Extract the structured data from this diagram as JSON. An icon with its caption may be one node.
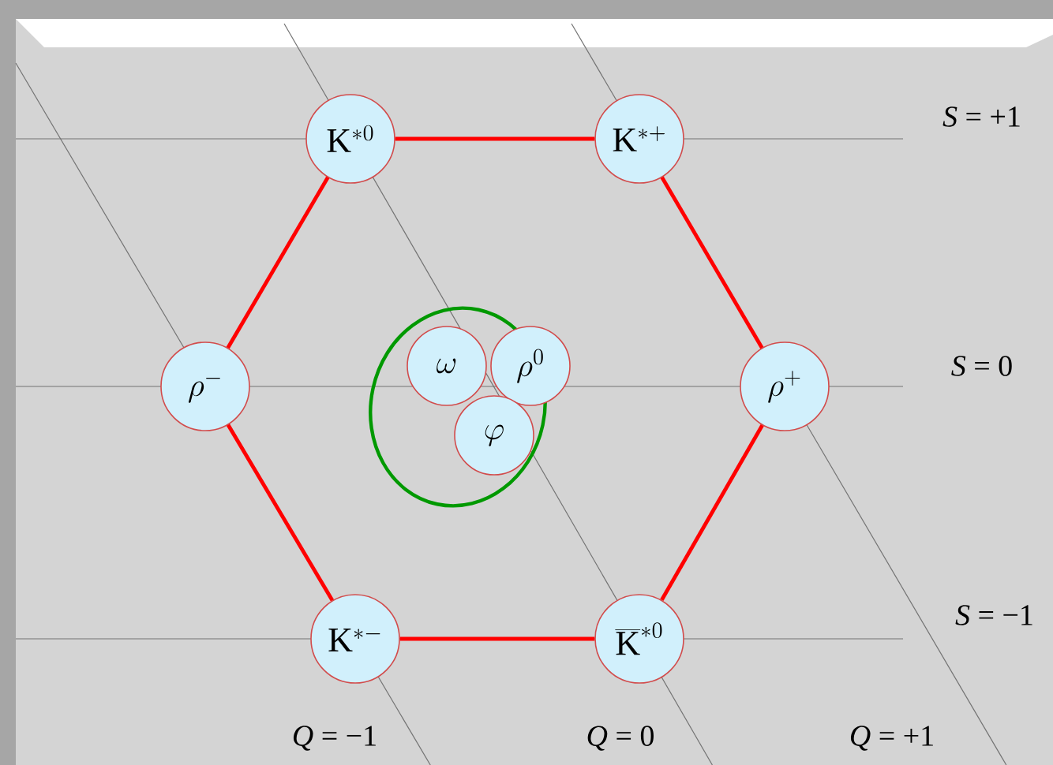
{
  "diagram": {
    "nodes": [
      {
        "text": [
          "\\mathrm{K}^{*0}"
        ]
      },
      {
        "text": [
          "\\mathrm{K}^{*+}"
        ]
      },
      {
        "text": [
          "\\rho^{-}"
        ]
      },
      {
        "text": [],
        "shape": "ellipse"
      },
      {
        "text": [
          "\\omega"
        ],
        "in": 3
      },
      {
        "text": [
          "\\rho^{0}"
        ]
      },
      {
        "text": [
          "\\varphi"
        ],
        "in": 3
      },
      {
        "text": [
          "\\rho^{+}"
        ]
      },
      {
        "text": [
          "\\mathrm{K}^{*-}"
        ]
      },
      {
        "text": [
          "\\overline{\\mathrm{K}}^{*0}"
        ]
      }
    ],
    "edges": [
      {
        "from": 0,
        "to": 1,
        "arrow": "none"
      },
      {
        "from": 1,
        "to": 7,
        "arrow": "none"
      },
      {
        "from": 7,
        "to": 9,
        "arrow": "none"
      },
      {
        "from": 9,
        "to": 8,
        "arrow": "none"
      },
      {
        "from": 8,
        "to": 2,
        "arrow": "none"
      },
      {
        "from": 2,
        "to": 0,
        "arrow": "none"
      }
    ],
    "labels": [
      "*S* = +1",
      "*S* = 0",
      "*S* = −1",
      "*Q* = −1",
      "*Q* = 0",
      "*Q* = +1"
    ]
  }
}
